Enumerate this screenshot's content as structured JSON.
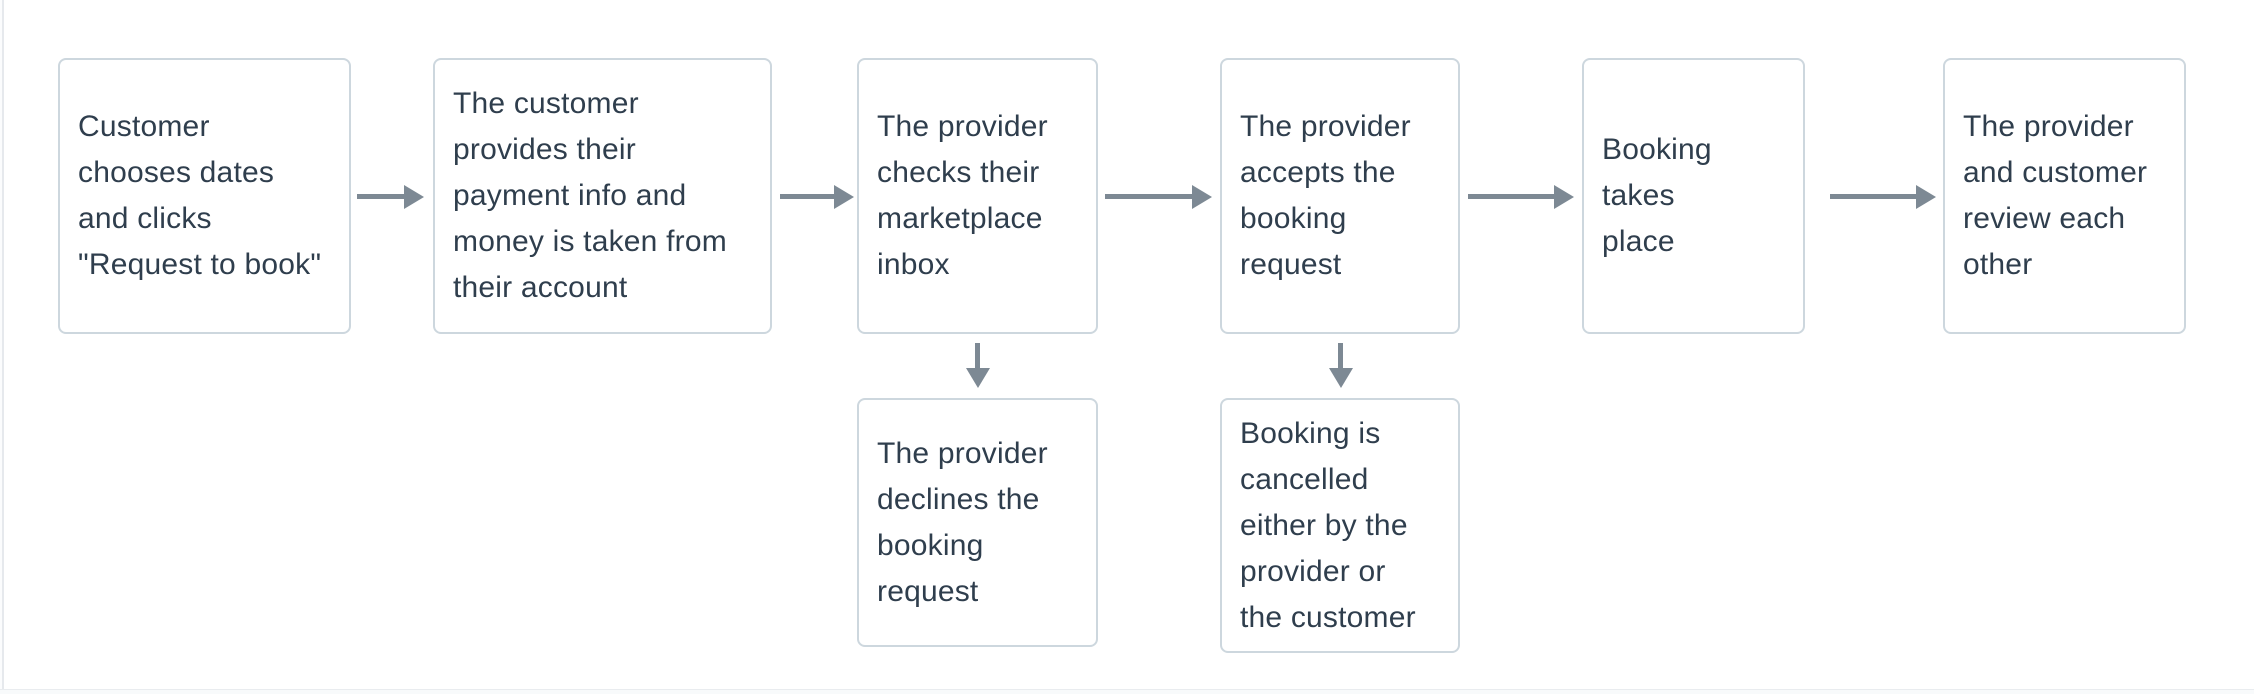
{
  "flow": {
    "main_steps": [
      {
        "text": "Customer\nchooses dates\nand clicks\n\"Request to book\""
      },
      {
        "text": "The customer\nprovides their\npayment info and\nmoney is taken from\ntheir account"
      },
      {
        "text": "The provider\nchecks their\nmarketplace\ninbox"
      },
      {
        "text": "The provider\naccepts the\nbooking\nrequest"
      },
      {
        "text": "Booking takes\nplace"
      },
      {
        "text": "The provider\nand customer\nreview each\nother"
      }
    ],
    "branch_steps": [
      {
        "text": "The provider\ndeclines the\nbooking\nrequest"
      },
      {
        "text": "Booking is\ncancelled\neither by the\nprovider or\nthe customer"
      }
    ],
    "colors": {
      "node_border": "#cdd7de",
      "node_text": "#2f3e4d",
      "arrow": "#7d8994",
      "canvas_background": "#ffffff"
    }
  }
}
